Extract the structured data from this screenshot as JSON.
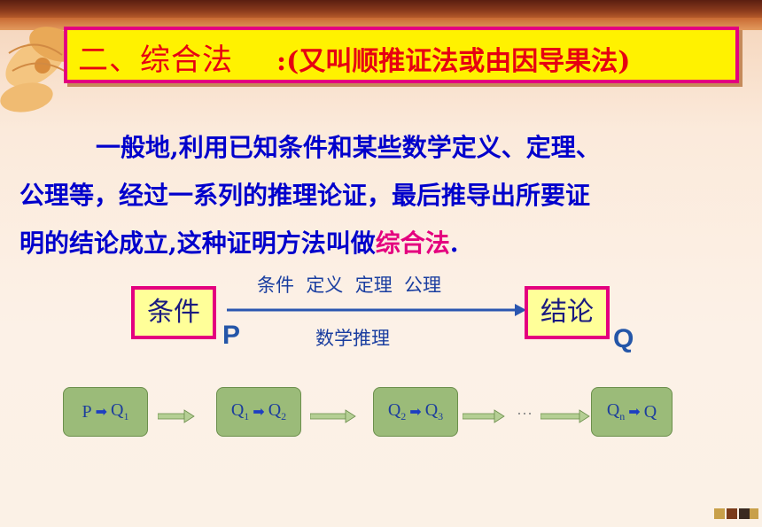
{
  "title": {
    "main": "二、综合法",
    "sub": ":(又叫顺推证法或由因导果法)"
  },
  "paragraph": {
    "line1": "一般地,利用已知条件和某些数学定义、定理、",
    "line2": "公理等，经过一系列的推理论证，最后推导出所要证",
    "line3_pre": "明的结论成立,这种证明方法叫做",
    "line3_term": "综合法",
    "line3_post": "."
  },
  "diagram": {
    "condition_label": "条件",
    "conclusion_label": "结论",
    "arrow_top_label": "条件  定义  定理  公理",
    "arrow_bottom_label": "数学推理",
    "letter_p": "P",
    "letter_q": "Q"
  },
  "chain": {
    "box1": {
      "left": "P",
      "right": "Q",
      "right_sub": "1"
    },
    "box2": {
      "left": "Q",
      "left_sub": "1",
      "right": "Q",
      "right_sub": "2"
    },
    "box3": {
      "left": "Q",
      "left_sub": "2",
      "right": "Q",
      "right_sub": "3"
    },
    "ellipsis": "…",
    "box4": {
      "left": "Q",
      "left_sub": "n",
      "right": "Q"
    }
  },
  "colors": {
    "title_bg": "#fff200",
    "title_border": "#e4007f",
    "title_text": "#e60012",
    "body_text": "#0000cc",
    "highlight": "#e4007f",
    "chain_box": "#9bbb79"
  }
}
